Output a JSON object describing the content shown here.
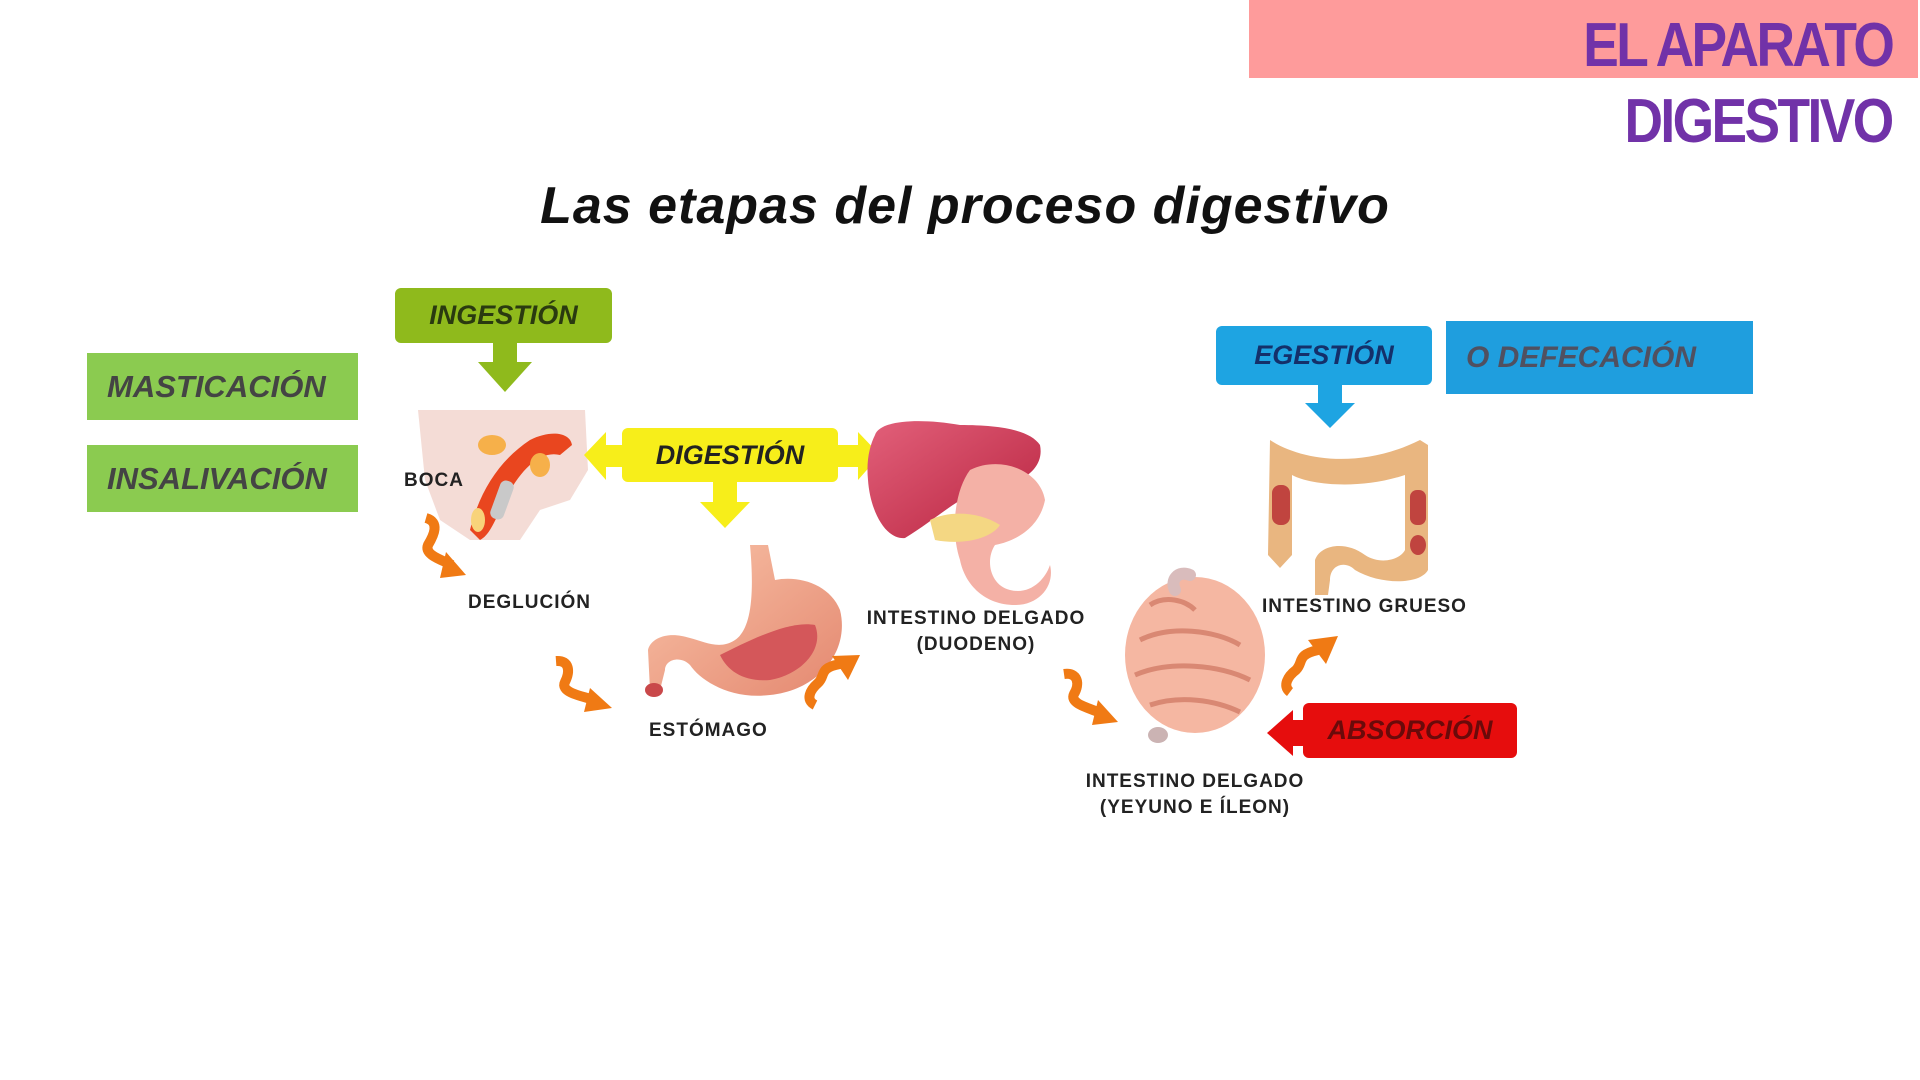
{
  "header": {
    "title_line1": "EL APARATO",
    "title_line2": "DIGESTIVO",
    "band_color": "#fe9b9b",
    "title_color": "#7132a8"
  },
  "diagram": {
    "title": "Las etapas del proceso digestivo",
    "side_labels": [
      {
        "label": "MASTICACIÓN",
        "color": "#8bcb50"
      },
      {
        "label": "INSALIVACIÓN",
        "color": "#8bcb50"
      }
    ],
    "stages": {
      "ingestion": {
        "label": "INGESTIÓN",
        "color": "#8fba1c"
      },
      "digestion": {
        "label": "DIGESTIÓN",
        "color": "#f7ee1a"
      },
      "egestion": {
        "label": "EGESTIÓN",
        "color": "#1ea4e2"
      },
      "defecacion": {
        "label": "O DEFECACIÓN",
        "color": "#1f9ede"
      },
      "absorcion": {
        "label": "ABSORCIÓN",
        "color": "#e60d0d"
      }
    },
    "organs": {
      "boca": "BOCA",
      "deglucion": "DEGLUCIÓN",
      "estomago": "ESTÓMAGO",
      "duodeno_line1": "INTESTINO DELGADO",
      "duodeno_line2": "(DUODENO)",
      "grueso": "INTESTINO GRUESO",
      "yeyuno_line1": "INTESTINO DELGADO",
      "yeyuno_line2": "(YEYUNO E ÍLEON)"
    },
    "flow_arrow_color": "#f07a14"
  }
}
